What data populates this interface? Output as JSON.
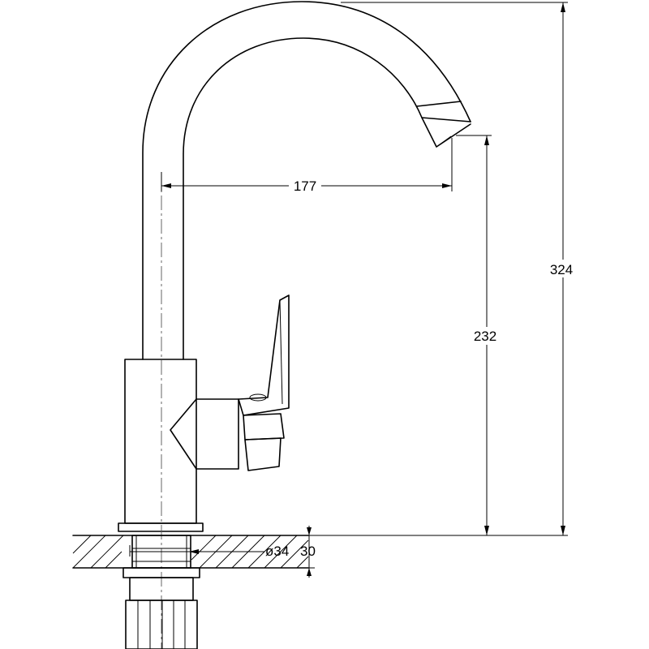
{
  "dimensions": {
    "reach": "177",
    "total_height": "324",
    "spout_height": "232",
    "hole_diameter": "ø34",
    "max_deck_thickness": "30"
  }
}
